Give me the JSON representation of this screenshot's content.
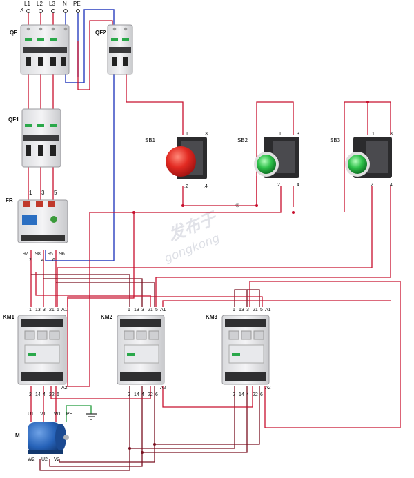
{
  "supply": {
    "x_label": "X",
    "terminals": [
      "L1",
      "L2",
      "L3",
      "N",
      "PE"
    ]
  },
  "breakers": {
    "main": "QF",
    "control": "QF2",
    "secondary": "QF1"
  },
  "relay": {
    "label": "FR",
    "top_terminals": [
      "1",
      "3",
      "5"
    ],
    "bottom_terminals": [
      "97",
      "98",
      "95",
      "96"
    ],
    "lower_terminals": [
      "2",
      "4",
      "6"
    ]
  },
  "buttons": [
    {
      "label": "SB1",
      "pins": [
        ".1",
        ".3",
        ".2",
        ".4"
      ],
      "color": "#d81e1e"
    },
    {
      "label": "SB2",
      "pins": [
        ".1",
        ".3",
        ".2",
        ".4"
      ],
      "color": "#22b04a"
    },
    {
      "label": "SB3",
      "pins": [
        ".1",
        ".3",
        ".2",
        ".4"
      ],
      "color": "#22b04a"
    }
  ],
  "contactors": [
    {
      "label": "KM1",
      "top_pins": [
        "1",
        "13",
        "3",
        "21",
        "5",
        "A1"
      ],
      "bottom_pins": [
        "2",
        "14",
        "4",
        "22",
        "6",
        "A2"
      ]
    },
    {
      "label": "KM2",
      "top_pins": [
        "1",
        "13",
        "3",
        "21",
        "5",
        "A1"
      ],
      "bottom_pins": [
        "2",
        "14",
        "4",
        "22",
        "6",
        "A2"
      ]
    },
    {
      "label": "KM3",
      "top_pins": [
        "1",
        "13",
        "3",
        "21",
        "5",
        "A1"
      ],
      "bottom_pins": [
        "2",
        "14",
        "4",
        "22",
        "6",
        "A2"
      ]
    }
  ],
  "motor": {
    "label": "M",
    "top_terminals": [
      "U1",
      "V1",
      "W1",
      "PE"
    ],
    "bottom_terminals": [
      "W2",
      "U2",
      "V2"
    ]
  },
  "watermark": {
    "brand": "发布于",
    "site": "gongkong",
    "mark": "®"
  },
  "colors": {
    "wire_main": "#c8102e",
    "wire_neutral": "#2a3fbf",
    "wire_earth": "#1f9a3a",
    "device_body": "#e8e8ea"
  }
}
